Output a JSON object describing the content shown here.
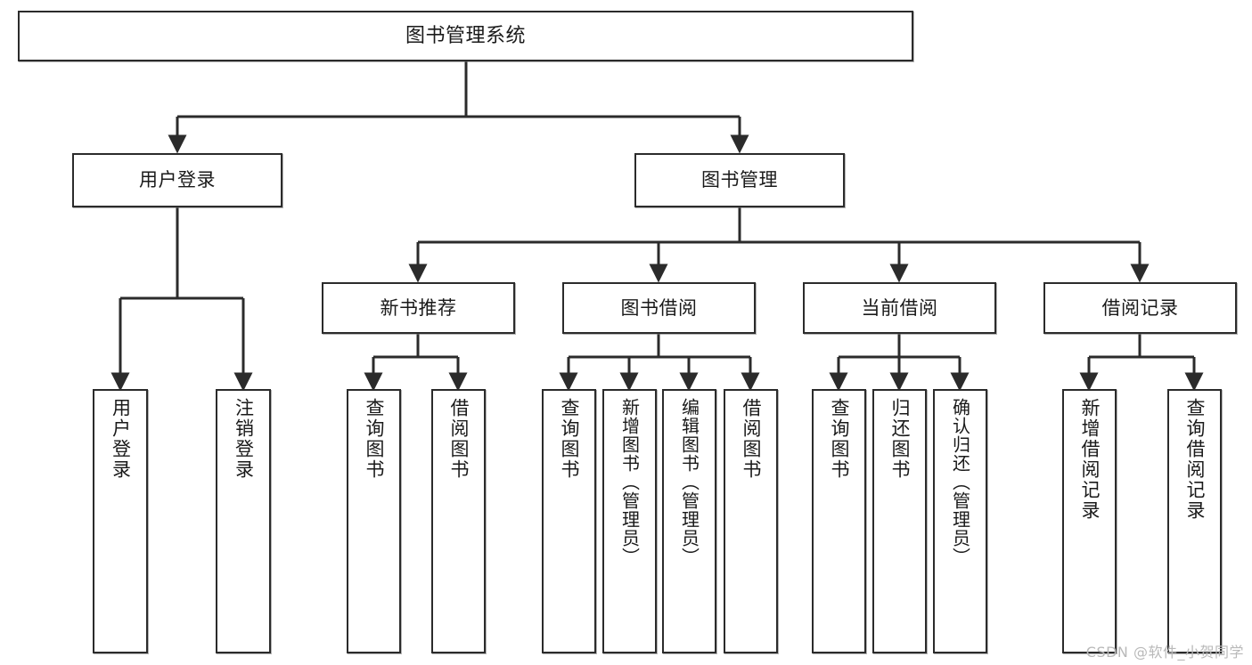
{
  "diagram": {
    "type": "tree",
    "title": "图书管理系统",
    "orientation": "top-down",
    "line_color": "#2b2b2b",
    "box_fill": "#ffffff",
    "text_color": "#1a1a1a",
    "levels": 4,
    "root": {
      "label": "图书管理系统"
    },
    "level2": [
      {
        "label": "用户登录"
      },
      {
        "label": "图书管理"
      }
    ],
    "level3": [
      {
        "label": "新书推荐"
      },
      {
        "label": "图书借阅"
      },
      {
        "label": "当前借阅"
      },
      {
        "label": "借阅记录"
      }
    ],
    "leaves": {
      "user_login": [
        {
          "label": "用户登录"
        },
        {
          "label": "注销登录"
        }
      ],
      "new_book_recommend": [
        {
          "label": "查询图书"
        },
        {
          "label": "借阅图书"
        }
      ],
      "book_borrow": [
        {
          "label": "查询图书"
        },
        {
          "label": "新增图书（管理员）"
        },
        {
          "label": "编辑图书（管理员）"
        },
        {
          "label": "借阅图书"
        }
      ],
      "current_borrow": [
        {
          "label": "查询图书"
        },
        {
          "label": "归还图书"
        },
        {
          "label": "确认归还（管理员）"
        }
      ],
      "borrow_record": [
        {
          "label": "新增借阅记录"
        },
        {
          "label": "查询借阅记录"
        }
      ]
    }
  },
  "watermark": {
    "text": "CSDN @软件_小贺同学"
  }
}
